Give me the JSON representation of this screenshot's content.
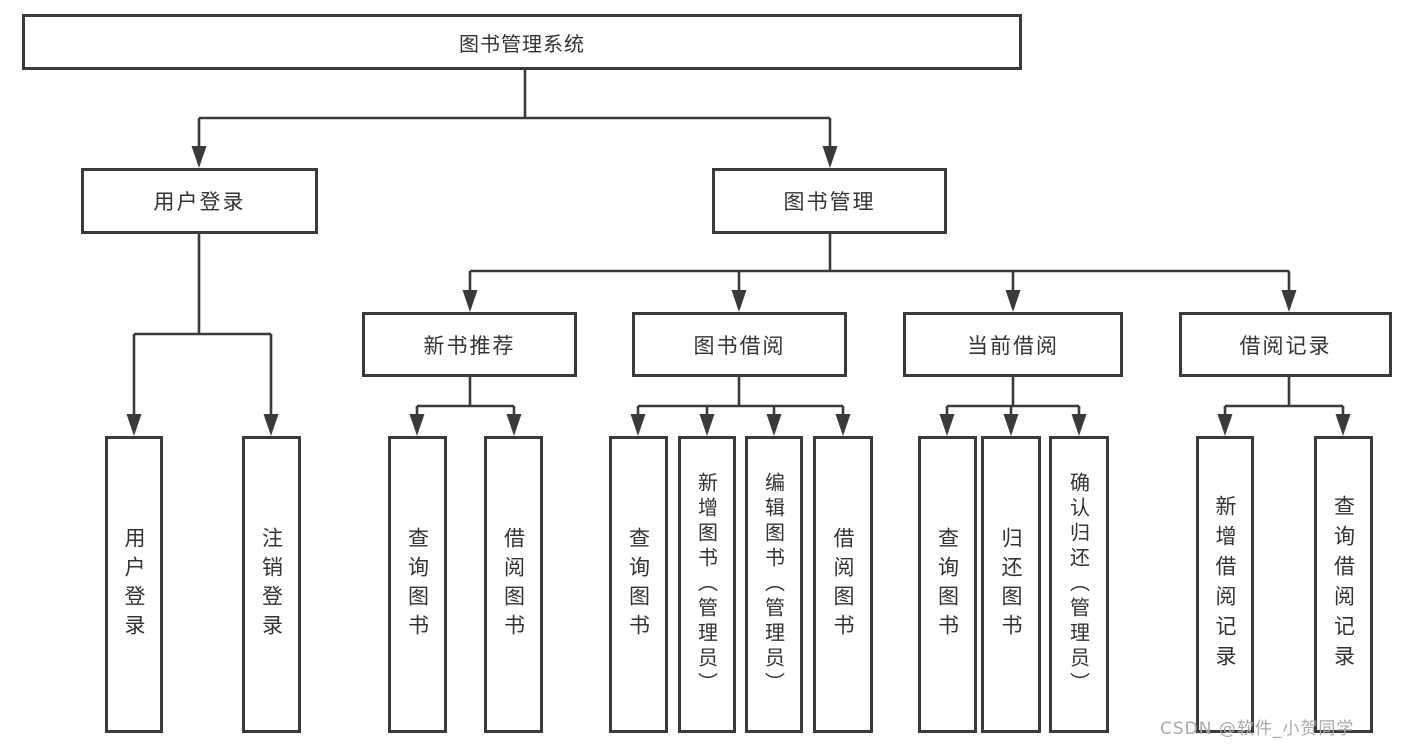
{
  "diagram": {
    "tree": {
      "root": {
        "label": "图书管理系统",
        "children": [
          {
            "label": "用户登录",
            "children": [
              {
                "label": "用户登录"
              },
              {
                "label": "注销登录"
              }
            ]
          },
          {
            "label": "图书管理",
            "children": [
              {
                "label": "新书推荐",
                "children": [
                  {
                    "label": "查询图书"
                  },
                  {
                    "label": "借阅图书"
                  }
                ]
              },
              {
                "label": "图书借阅",
                "children": [
                  {
                    "label": "查询图书"
                  },
                  {
                    "label": "新增图书（管理员）"
                  },
                  {
                    "label": "编辑图书（管理员）"
                  },
                  {
                    "label": "借阅图书"
                  }
                ]
              },
              {
                "label": "当前借阅",
                "children": [
                  {
                    "label": "查询图书"
                  },
                  {
                    "label": "归还图书"
                  },
                  {
                    "label": "确认归还（管理员）"
                  }
                ]
              },
              {
                "label": "借阅记录",
                "children": [
                  {
                    "label": "新增借阅记录"
                  },
                  {
                    "label": "查询借阅记录"
                  }
                ]
              }
            ]
          }
        ]
      }
    }
  },
  "watermark": "CSDN @软件_小贺同学",
  "colors": {
    "line": "#3a3a3a",
    "text": "#333333",
    "background": "#ffffff",
    "watermark": "#aaaaaa"
  }
}
